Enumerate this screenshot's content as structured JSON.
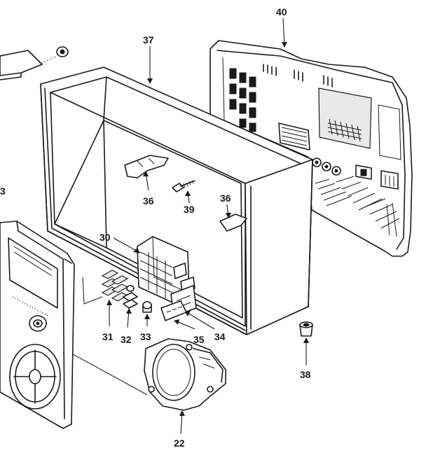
{
  "labels": {
    "p22": "22",
    "p30": "30",
    "p31": "31",
    "p32": "32",
    "p33": "33",
    "p34": "34",
    "p35": "35",
    "p36a": "36",
    "p36b": "36",
    "p37": "37",
    "p38": "38",
    "p39": "39",
    "p40": "40",
    "edge": "3"
  }
}
